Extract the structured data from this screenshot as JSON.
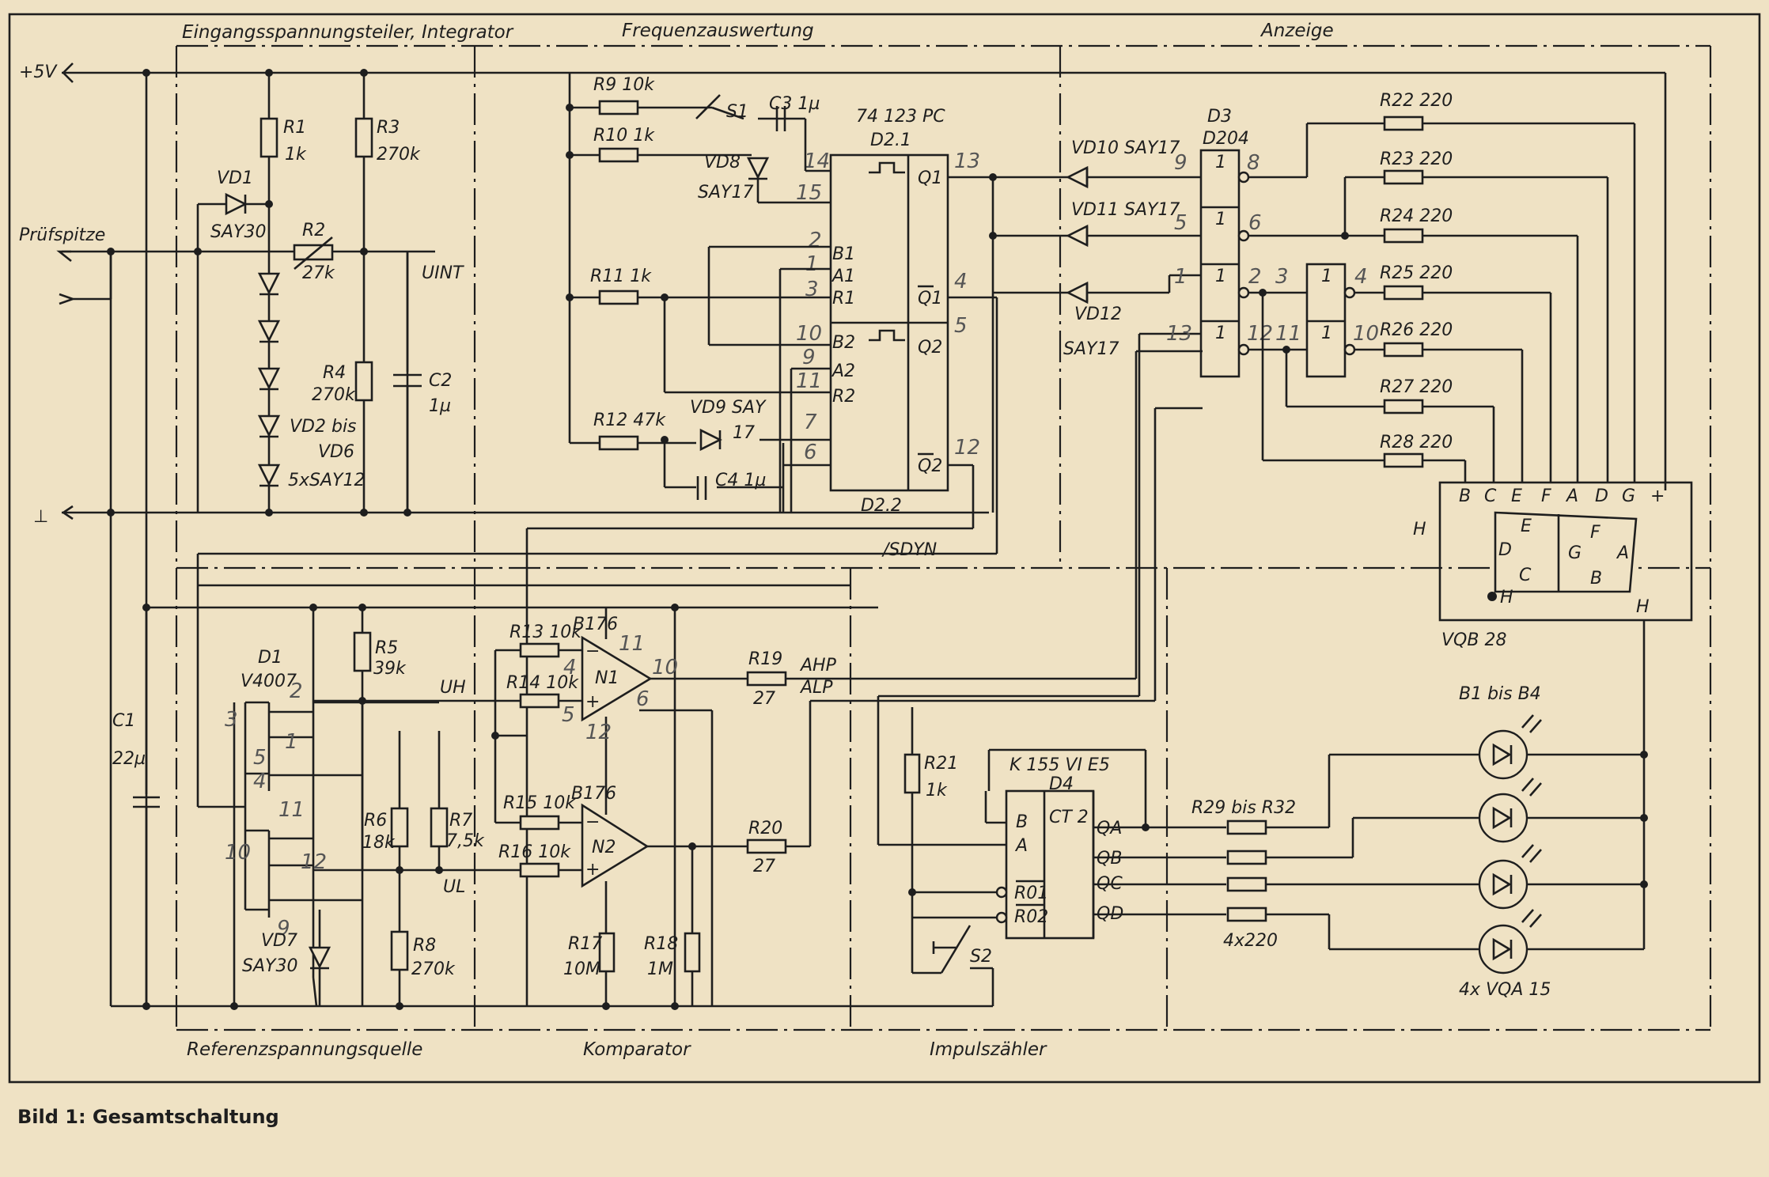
{
  "sections": {
    "divider": "Eingangsspannungsteiler, Integrator",
    "frequency": "Frequenzauswertung",
    "display": "Anzeige",
    "reference": "Referenzspannungsquelle",
    "comparator": "Komparator",
    "counter": "Impulszähler"
  },
  "rails": {
    "vcc": "+5V",
    "gnd": "⊥",
    "probe": "Prüfspitze"
  },
  "components": {
    "R1": [
      "R1",
      "1k"
    ],
    "R2": [
      "R2",
      "27k"
    ],
    "R3": [
      "R3",
      "270k"
    ],
    "R4": [
      "R4",
      "270k"
    ],
    "R5": [
      "R5",
      "39k"
    ],
    "R6": [
      "R6",
      "18k"
    ],
    "R7": [
      "R7",
      "7,5k"
    ],
    "R8": [
      "R8",
      "270k"
    ],
    "R9": "R9 10k",
    "R10": "R10 1k",
    "R11": "R11 1k",
    "R12": "R12 47k",
    "R13": "R13 10k",
    "R14": "R14 10k",
    "R15": "R15 10k",
    "R16": "R16 10k",
    "R17": [
      "R17",
      "10M"
    ],
    "R18": [
      "R18",
      "1M"
    ],
    "R19": [
      "R19",
      "27"
    ],
    "R20": [
      "R20",
      "27"
    ],
    "R21": [
      "R21",
      "1k"
    ],
    "R22": "R22 220",
    "R23": "R23 220",
    "R24": "R24 220",
    "R25": "R25 220",
    "R26": "R26 220",
    "R27": "R27 220",
    "R28": "R28 220",
    "R29_32": "R29 bis R32",
    "R29_32_val": "4x220",
    "C1": [
      "C1",
      "22µ"
    ],
    "C2": [
      "C2",
      "1µ"
    ],
    "C3": "C3 1µ",
    "C4": "C4 1µ",
    "VD1": [
      "VD1",
      "SAY30"
    ],
    "VD2_6": [
      "VD2 bis",
      "VD6",
      "5xSAY12"
    ],
    "VD7": [
      "VD7",
      "SAY30"
    ],
    "VD8": [
      "VD8",
      "SAY17"
    ],
    "VD9": [
      "VD9 SAY",
      "17"
    ],
    "VD10": "VD10 SAY17",
    "VD11": "VD11 SAY17",
    "VD12": [
      "VD12",
      "SAY17"
    ],
    "D1": [
      "D1",
      "V4007"
    ],
    "D2": [
      "74 123 PC",
      "D2.1",
      "D2.2"
    ],
    "D3": [
      "D3",
      "D204"
    ],
    "D4": [
      "K 155 VI E5",
      "D4",
      "CT 2"
    ],
    "N1": [
      "B176",
      "N1"
    ],
    "N2": [
      "B176",
      "N2"
    ],
    "S1": "S1",
    "S2": "S2",
    "VQB": "VQB 28",
    "LEDs": [
      "B1 bis B4",
      "4x VQA 15"
    ]
  },
  "signals": {
    "uint": "UINT",
    "uh": "UH",
    "ul": "UL",
    "ahp": "AHP",
    "alp": "ALP",
    "sdyn": "/SDYN"
  },
  "pins": {
    "d2": [
      "14",
      "15",
      "2",
      "1",
      "3",
      "10",
      "9",
      "11",
      "7",
      "6",
      "13",
      "4",
      "5",
      "12"
    ],
    "d2_labels": [
      "B1",
      "A1",
      "R1",
      "B2",
      "A2",
      "R2",
      "Q1",
      "Q1",
      "Q2",
      "Q2"
    ],
    "d3": [
      "9",
      "8",
      "5",
      "6",
      "1",
      "2",
      "3",
      "4",
      "13",
      "12",
      "11",
      "10"
    ],
    "n1": [
      "11",
      "4",
      "5",
      "10",
      "6",
      "12"
    ],
    "d1": [
      "2",
      "3",
      "1",
      "5",
      "4",
      "11",
      "10",
      "12",
      "9"
    ],
    "d4_pins": [
      "B",
      "A",
      "R01",
      "R02",
      "QA",
      "QB",
      "QC",
      "QD"
    ],
    "vqb_pins": [
      "B",
      "C",
      "E",
      "F",
      "A",
      "D",
      "G",
      "+"
    ],
    "vqb_segments": [
      "E",
      "D",
      "C",
      "H",
      "F",
      "G",
      "A",
      "B",
      "H",
      "H"
    ]
  },
  "caption": "Bild 1: Gesamtschaltung"
}
